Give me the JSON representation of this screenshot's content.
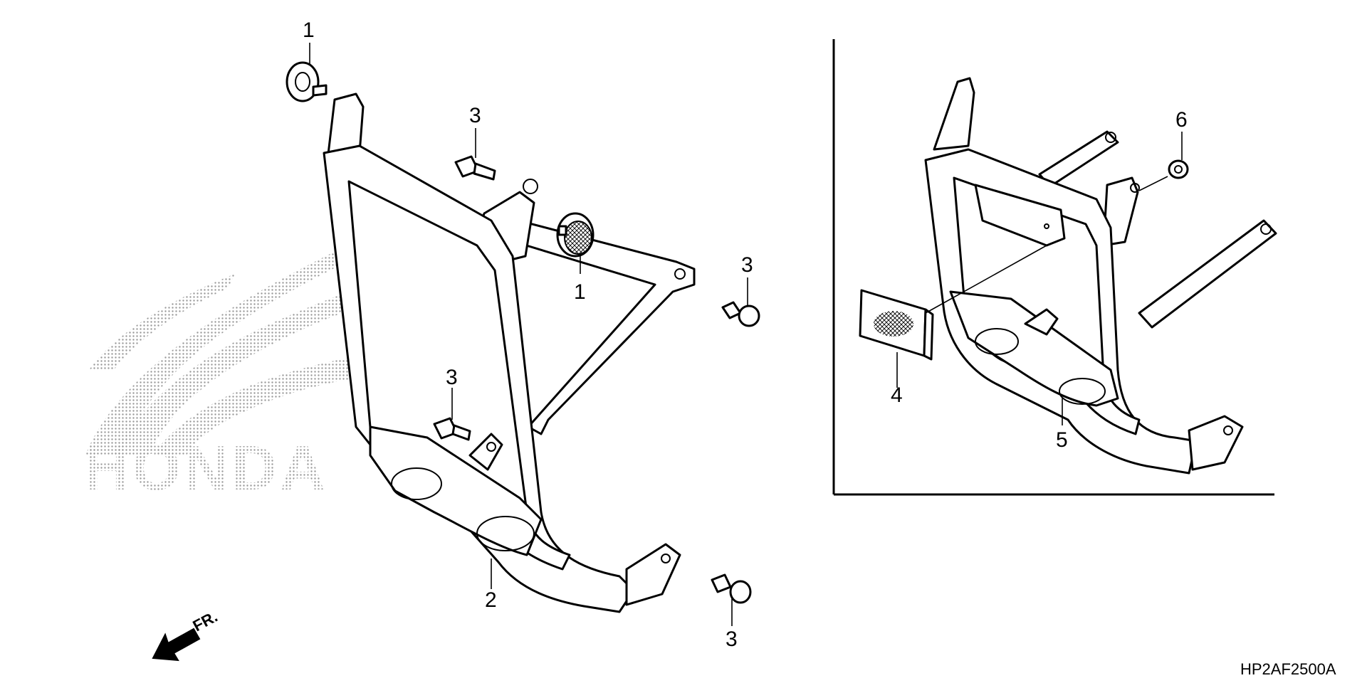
{
  "watermark": {
    "brand": "HONDA"
  },
  "callouts": {
    "c1_top": "1",
    "c1_mid": "1",
    "c2": "2",
    "c3_top": "3",
    "c3_right": "3",
    "c3_mid": "3",
    "c3_bottom": "3",
    "c4": "4",
    "c5": "5",
    "c6": "6"
  },
  "direction_label": "FR.",
  "diagram_code": "HP2AF2500A",
  "icons": {
    "front_arrow": "front-direction-arrow-icon"
  },
  "colors": {
    "line": "#000000",
    "background": "#ffffff",
    "watermark": "#9a9a9a"
  }
}
